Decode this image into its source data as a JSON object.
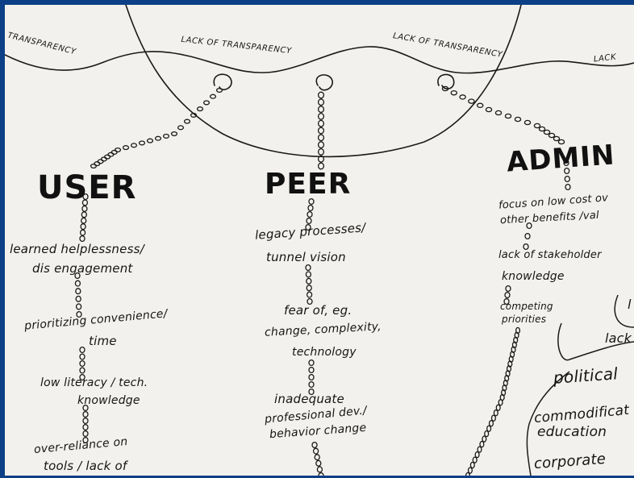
{
  "wave_labels": [
    "TRANSPARENCY",
    "LACK OF TRANSPARENCY",
    "LACK OF TRANSPARENCY",
    "LACK"
  ],
  "columns": {
    "user": {
      "title": "USER",
      "items": [
        "learned helplessness/",
        "dis engagement",
        "prioritizing convenience/",
        "time",
        "low literacy / tech.",
        "knowledge",
        "over-reliance on",
        "tools / lack of"
      ]
    },
    "peer": {
      "title": "PEER",
      "items": [
        "legacy processes/",
        "tunnel vision",
        "fear of, eg.",
        "change, complexity,",
        "technology",
        "inadequate",
        "professional dev./",
        "behavior change"
      ]
    },
    "admin": {
      "title": "ADMIN",
      "items": [
        "focus on low cost ov",
        "other benefits /val",
        "lack of stakeholder",
        "knowledge",
        "competing",
        "priorities"
      ]
    }
  },
  "right_cluster": [
    "l",
    "lack",
    "political",
    "commodificat",
    "education",
    "corporate"
  ],
  "colors": {
    "ink": "#151515",
    "paper": "#f3f1ed",
    "frame": "#0c3f86"
  }
}
